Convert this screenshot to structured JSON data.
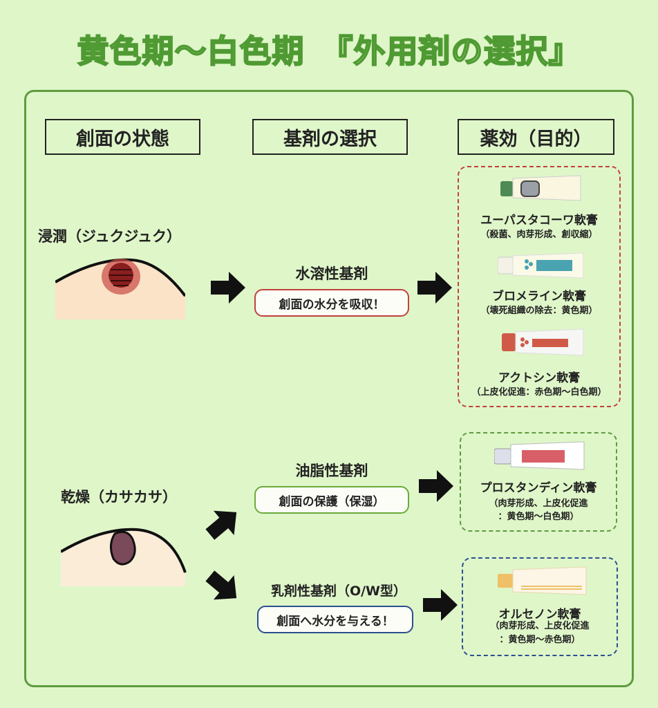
{
  "title": "黄色期〜白色期　『外用剤の選択』",
  "headers": [
    "創面の状態",
    "基剤の選択",
    "薬効（目的）"
  ],
  "conditions": {
    "wet": "浸潤（ジュクジュク）",
    "dry": "乾燥（カサカサ）"
  },
  "bases": [
    {
      "name": "水溶性基剤",
      "effect": "創面の水分を吸収！",
      "color": "#c0413a"
    },
    {
      "name": "油脂性基剤",
      "effect": "創面の保護（保湿）",
      "color": "#6aaa3a"
    },
    {
      "name": "乳剤性基剤（O/W型）",
      "effect": "創面へ水分を与える！",
      "color": "#2a4f8f"
    }
  ],
  "drugs": [
    {
      "name": "ユーパスタコーワ軟膏",
      "desc": "（殺菌、肉芽形成、創収縮）"
    },
    {
      "name": "ブロメライン軟膏",
      "desc": "（壊死組織の除去：黄色期）"
    },
    {
      "name": "アクトシン軟膏",
      "desc": "（上皮化促進：赤色期〜白色期）"
    },
    {
      "name": "プロスタンディン軟膏",
      "desc1": "（肉芽形成、上皮化促進",
      "desc2": "：黄色期〜白色期）"
    },
    {
      "name": "オルセノン軟膏",
      "desc1": "（肉芽形成、上皮化促進",
      "desc2": "：黄色期〜赤色期）"
    }
  ]
}
